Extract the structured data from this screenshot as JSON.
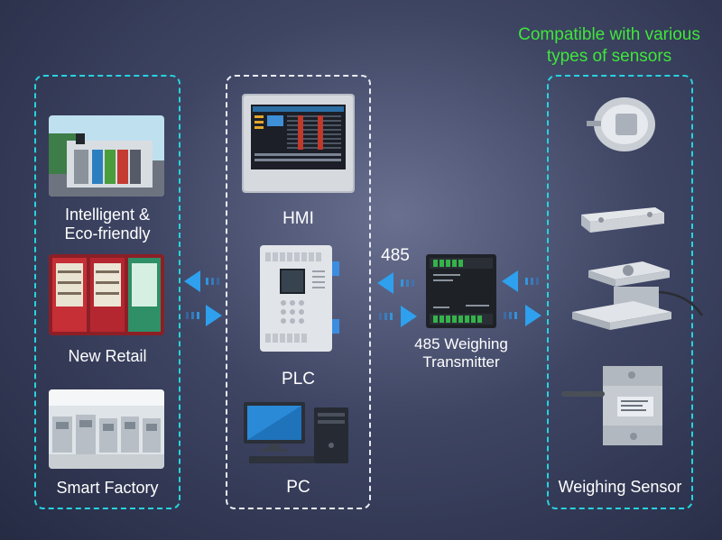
{
  "headline": {
    "line1": "Compatible with various",
    "line2": "types of sensors"
  },
  "applications": {
    "items": [
      {
        "line1": "Intelligent &",
        "line2": "Eco-friendly"
      },
      {
        "line1": "New Retail"
      },
      {
        "line1": "Smart Factory"
      }
    ]
  },
  "controllers": {
    "items": [
      {
        "label": "HMI"
      },
      {
        "label": "PLC"
      },
      {
        "label": "PC"
      }
    ]
  },
  "bus_label": "485",
  "transmitter": {
    "line1": "485 Weighing",
    "line2": "Transmitter"
  },
  "sensors": {
    "label": "Weighing Sensor"
  },
  "colors": {
    "dashed_cyan": "#27d3e0",
    "dashed_white": "#e9ecf5",
    "headline_green": "#3fe63b",
    "arrow_blue": "#2ea0ee"
  }
}
